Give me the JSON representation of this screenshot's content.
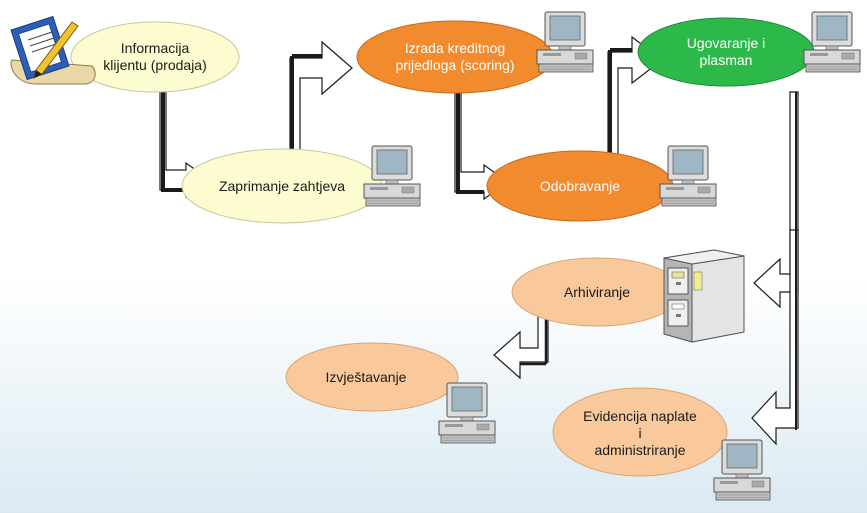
{
  "diagram": {
    "nodes": {
      "info": {
        "line1": "Informacija",
        "line2": "klijentu (prodaja)"
      },
      "zaprimanje": {
        "label": "Zaprimanje zahtjeva"
      },
      "izrada": {
        "line1": "Izrada kreditnog",
        "line2": "prijedloga (scoring)"
      },
      "odobravanje": {
        "label": "Odobravanje"
      },
      "ugovaranje": {
        "line1": "Ugovaranje i",
        "line2": "plasman"
      },
      "arhiviranje": {
        "label": "Arhiviranje"
      },
      "izvjestavanje": {
        "label": "Izvještavanje"
      },
      "evidencija": {
        "line1": "Evidencija naplate",
        "line2": "i",
        "line3": "administriranje"
      }
    },
    "colors": {
      "pale_yellow": "#fdfbd0",
      "orange": "#f28a2e",
      "green": "#2db84a",
      "peach": "#f9c99b",
      "arrow_fill": "#ffffff",
      "arrow_stroke": "#1a1a1a"
    },
    "icons": [
      "pen-paper-icon",
      "computer-icon",
      "filing-cabinet-icon"
    ]
  }
}
